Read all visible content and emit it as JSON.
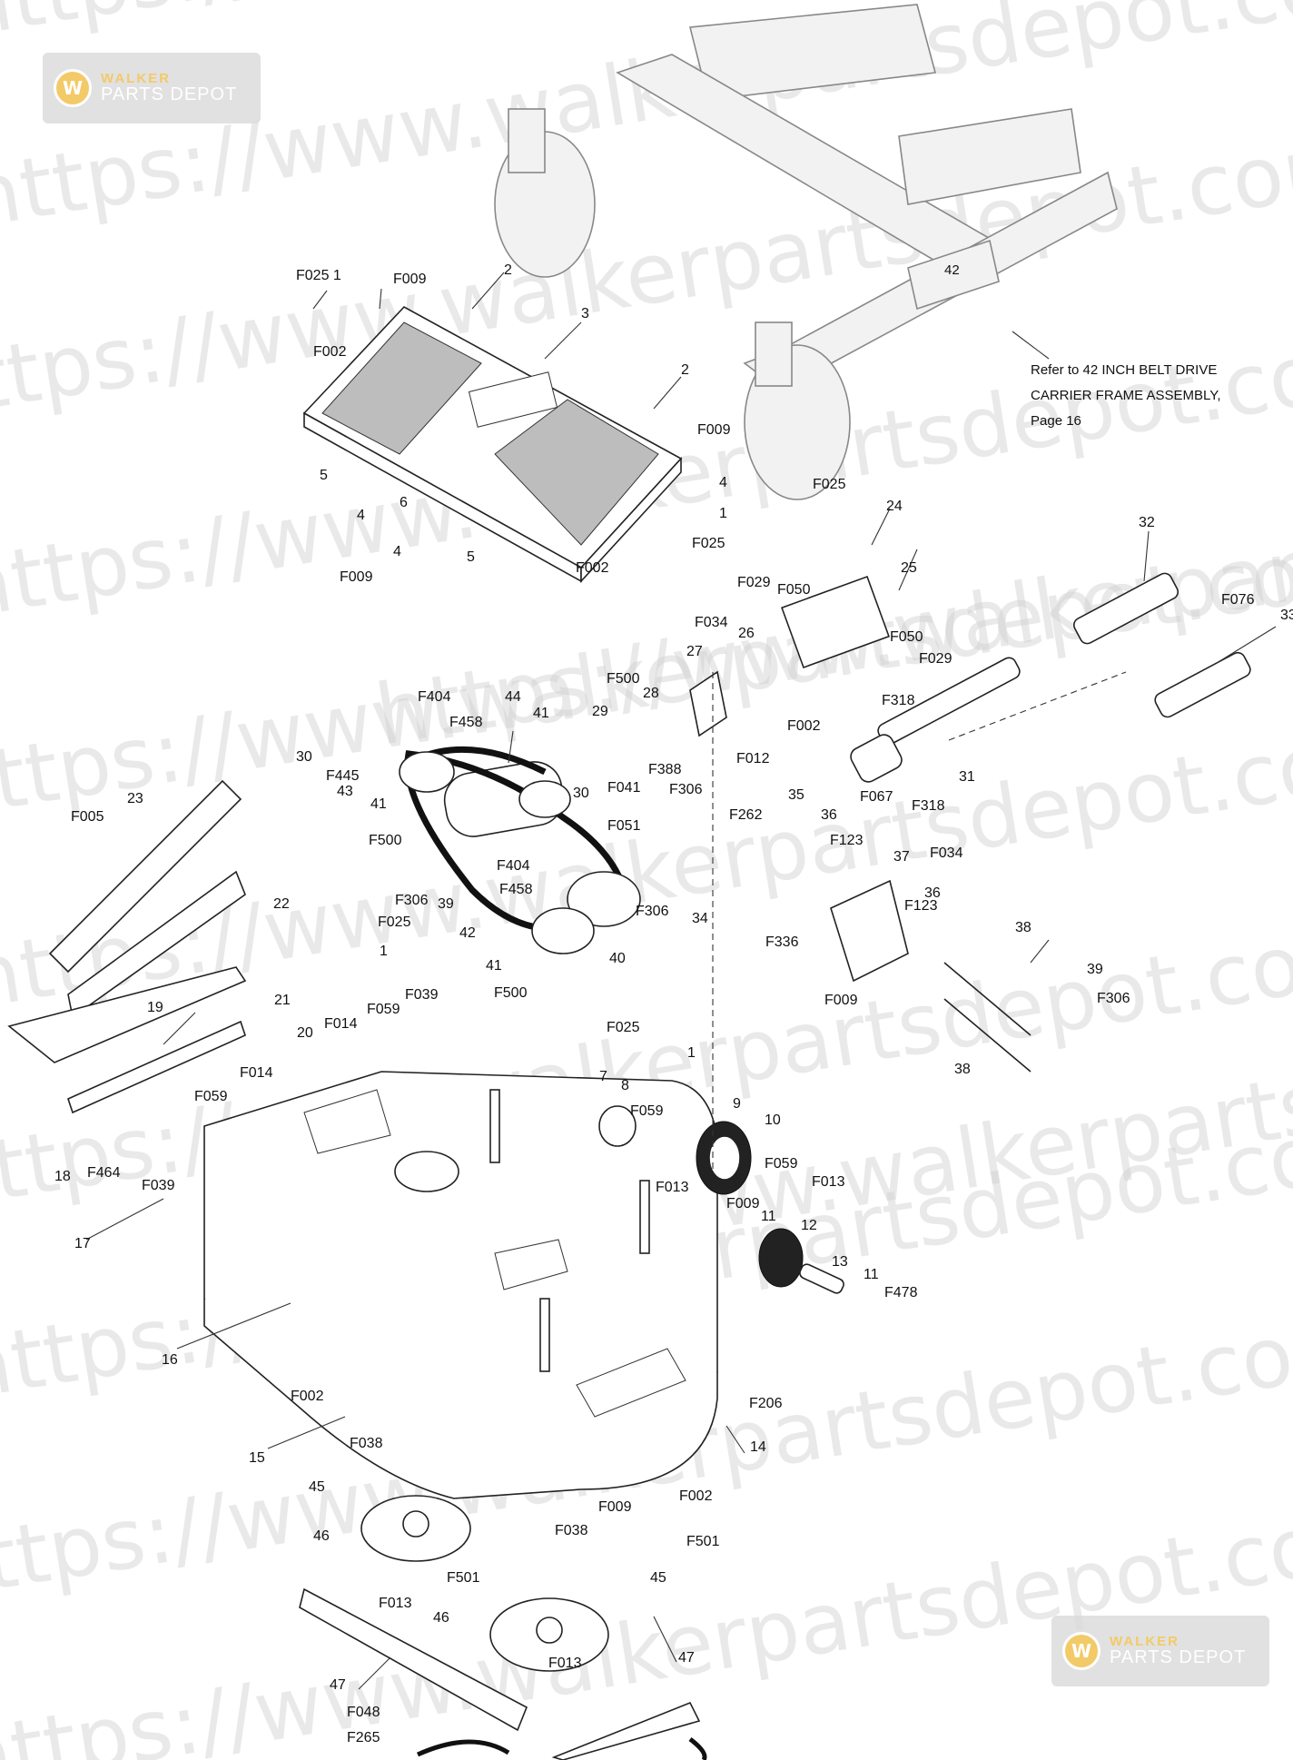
{
  "watermark": {
    "lines": [
      "https://www.walkerpartsdepot.com",
      "https://www.walkerpartsdepot.com",
      "https://www.walkerpartsdepot.com",
      "https://www.walkerpartsdepot.com",
      "https://www.walkerpartsdepot.com",
      "https://www.walkerpartsdepot.com",
      "https://www.walkerpartsdepot.com",
      "https://www.walkerpartsdepot.com",
      "https://www.walkerpartsdepot.com",
      "https://www.walkerpartsdepot.com",
      "https://www.walkerpartsdepot.com",
      "https://www.walkerpartsdepot.com"
    ],
    "logo": {
      "line1": "WALKER",
      "line2": "PARTS DEPOT",
      "mark": "W"
    },
    "color": "#d0d0d0",
    "accent": "#f2c14e"
  },
  "frame_badge": "42",
  "note": [
    "Refer to 42 INCH BELT DRIVE",
    "CARRIER FRAME ASSEMBLY,",
    "Page 16"
  ],
  "callouts": [
    {
      "id": "c1",
      "text": "F025 1"
    },
    {
      "id": "c2",
      "text": "F009"
    },
    {
      "id": "c3",
      "text": "2"
    },
    {
      "id": "c4",
      "text": "F002"
    },
    {
      "id": "c5",
      "text": "3"
    },
    {
      "id": "c6",
      "text": "2"
    },
    {
      "id": "c7",
      "text": "F009"
    },
    {
      "id": "c8",
      "text": "5"
    },
    {
      "id": "c9",
      "text": "4"
    },
    {
      "id": "c10",
      "text": "6"
    },
    {
      "id": "c11",
      "text": "4"
    },
    {
      "id": "c12",
      "text": "F009"
    },
    {
      "id": "c13",
      "text": "5"
    },
    {
      "id": "c14",
      "text": "F002"
    },
    {
      "id": "c15",
      "text": "4"
    },
    {
      "id": "c16",
      "text": "1"
    },
    {
      "id": "c17",
      "text": "F025"
    },
    {
      "id": "c18",
      "text": "F025"
    },
    {
      "id": "c19",
      "text": "24"
    },
    {
      "id": "c20",
      "text": "25"
    },
    {
      "id": "c21",
      "text": "F029"
    },
    {
      "id": "c22",
      "text": "F050"
    },
    {
      "id": "c23",
      "text": "F034"
    },
    {
      "id": "c24",
      "text": "27"
    },
    {
      "id": "c25",
      "text": "26"
    },
    {
      "id": "c26",
      "text": "F050"
    },
    {
      "id": "c27",
      "text": "F029"
    },
    {
      "id": "c28",
      "text": "F002"
    },
    {
      "id": "c29",
      "text": "32"
    },
    {
      "id": "c30",
      "text": "F076"
    },
    {
      "id": "c31",
      "text": "33"
    },
    {
      "id": "c32",
      "text": "F318"
    },
    {
      "id": "c33",
      "text": "31"
    },
    {
      "id": "c34",
      "text": "F067"
    },
    {
      "id": "c35",
      "text": "F318"
    },
    {
      "id": "c36",
      "text": "F404"
    },
    {
      "id": "c37",
      "text": "F458"
    },
    {
      "id": "c38",
      "text": "44"
    },
    {
      "id": "c39",
      "text": "F500"
    },
    {
      "id": "c40",
      "text": "28"
    },
    {
      "id": "c41",
      "text": "29"
    },
    {
      "id": "c42",
      "text": "30"
    },
    {
      "id": "c43",
      "text": "F445"
    },
    {
      "id": "c44",
      "text": "43"
    },
    {
      "id": "c45",
      "text": "41"
    },
    {
      "id": "c46",
      "text": "41"
    },
    {
      "id": "c47",
      "text": "F388"
    },
    {
      "id": "c48",
      "text": "F012"
    },
    {
      "id": "c49",
      "text": "30"
    },
    {
      "id": "c50",
      "text": "F041"
    },
    {
      "id": "c51",
      "text": "F306"
    },
    {
      "id": "c52",
      "text": "F051"
    },
    {
      "id": "c53",
      "text": "F262"
    },
    {
      "id": "c54",
      "text": "35"
    },
    {
      "id": "c55",
      "text": "36"
    },
    {
      "id": "c56",
      "text": "F123"
    },
    {
      "id": "c57",
      "text": "F500"
    },
    {
      "id": "c58",
      "text": "F404"
    },
    {
      "id": "c59",
      "text": "F458"
    },
    {
      "id": "c60",
      "text": "F306"
    },
    {
      "id": "c61",
      "text": "39"
    },
    {
      "id": "c62",
      "text": "F306"
    },
    {
      "id": "c63",
      "text": "34"
    },
    {
      "id": "c64",
      "text": "37"
    },
    {
      "id": "c65",
      "text": "F034"
    },
    {
      "id": "c66",
      "text": "F123"
    },
    {
      "id": "c67",
      "text": "36"
    },
    {
      "id": "c68",
      "text": "F336"
    },
    {
      "id": "c69",
      "text": "42"
    },
    {
      "id": "c70",
      "text": "41"
    },
    {
      "id": "c71",
      "text": "40"
    },
    {
      "id": "c72",
      "text": "F500"
    },
    {
      "id": "c73",
      "text": "38"
    },
    {
      "id": "c74",
      "text": "39"
    },
    {
      "id": "c75",
      "text": "F306"
    },
    {
      "id": "c76",
      "text": "38"
    },
    {
      "id": "c77",
      "text": "F009"
    },
    {
      "id": "c78",
      "text": "F005"
    },
    {
      "id": "c79",
      "text": "23"
    },
    {
      "id": "c80",
      "text": "22"
    },
    {
      "id": "c81",
      "text": "F025"
    },
    {
      "id": "c82",
      "text": "1"
    },
    {
      "id": "c83",
      "text": "F039"
    },
    {
      "id": "c84",
      "text": "F059"
    },
    {
      "id": "c85",
      "text": "F014"
    },
    {
      "id": "c86",
      "text": "21"
    },
    {
      "id": "c87",
      "text": "19"
    },
    {
      "id": "c88",
      "text": "20"
    },
    {
      "id": "c89",
      "text": "F014"
    },
    {
      "id": "c90",
      "text": "F059"
    },
    {
      "id": "c91",
      "text": "18"
    },
    {
      "id": "c92",
      "text": "F464"
    },
    {
      "id": "c93",
      "text": "F039"
    },
    {
      "id": "c94",
      "text": "17"
    },
    {
      "id": "c95",
      "text": "F025"
    },
    {
      "id": "c96",
      "text": "1"
    },
    {
      "id": "c97",
      "text": "7"
    },
    {
      "id": "c98",
      "text": "8"
    },
    {
      "id": "c99",
      "text": "F059"
    },
    {
      "id": "c100",
      "text": "9"
    },
    {
      "id": "c101",
      "text": "10"
    },
    {
      "id": "c102",
      "text": "F013"
    },
    {
      "id": "c103",
      "text": "F059"
    },
    {
      "id": "c104",
      "text": "F013"
    },
    {
      "id": "c105",
      "text": "F009"
    },
    {
      "id": "c106",
      "text": "11"
    },
    {
      "id": "c107",
      "text": "12"
    },
    {
      "id": "c108",
      "text": "13"
    },
    {
      "id": "c109",
      "text": "11"
    },
    {
      "id": "c110",
      "text": "F478"
    },
    {
      "id": "c111",
      "text": "16"
    },
    {
      "id": "c112",
      "text": "F002"
    },
    {
      "id": "c113",
      "text": "15"
    },
    {
      "id": "c114",
      "text": "F206"
    },
    {
      "id": "c115",
      "text": "14"
    },
    {
      "id": "c116",
      "text": "F038"
    },
    {
      "id": "c117",
      "text": "F002"
    },
    {
      "id": "c118",
      "text": "F009"
    },
    {
      "id": "c119",
      "text": "45"
    },
    {
      "id": "c120",
      "text": "46"
    },
    {
      "id": "c121",
      "text": "F038"
    },
    {
      "id": "c122",
      "text": "F501"
    },
    {
      "id": "c123",
      "text": "F501"
    },
    {
      "id": "c124",
      "text": "45"
    },
    {
      "id": "c125",
      "text": "F013"
    },
    {
      "id": "c126",
      "text": "46"
    },
    {
      "id": "c127",
      "text": "F013"
    },
    {
      "id": "c128",
      "text": "47"
    },
    {
      "id": "c129",
      "text": "47"
    },
    {
      "id": "c130",
      "text": "F048"
    },
    {
      "id": "c131",
      "text": "F265"
    }
  ]
}
